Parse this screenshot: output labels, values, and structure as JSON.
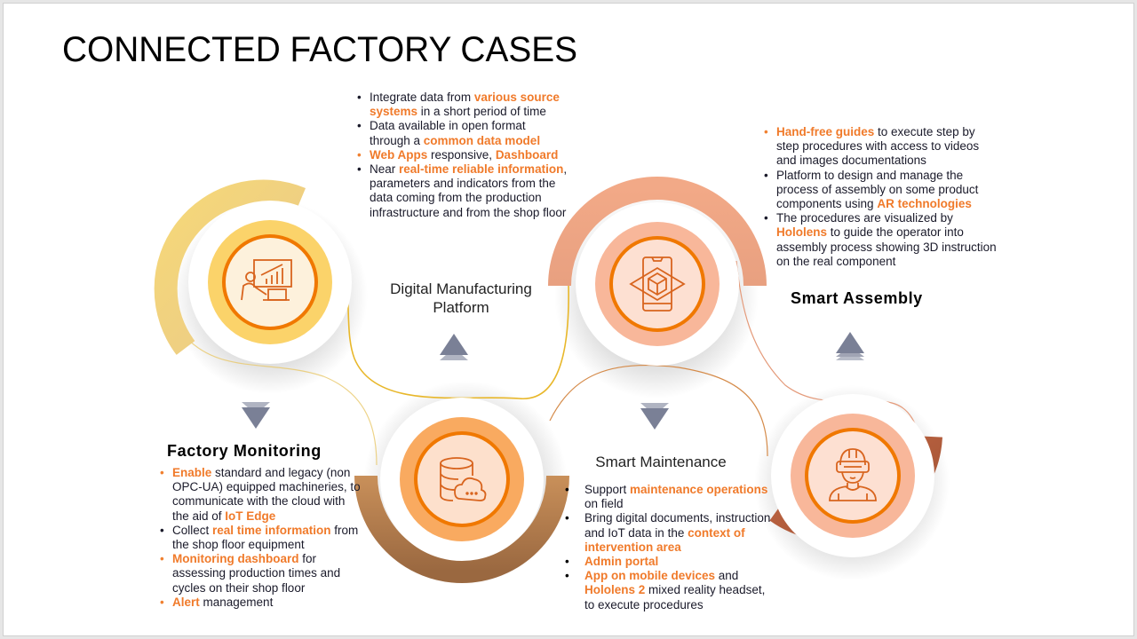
{
  "slide": {
    "title": "CONNECTED FACTORY CASES"
  },
  "colors": {
    "accent_orange": "#f07a2a",
    "ring_orange": "#f07800",
    "gold": "#f5c842",
    "peach": "#f7a884",
    "brown": "#b8773f",
    "arrow_gray": "#7a8096"
  },
  "cases": {
    "factory_monitoring": {
      "heading": "Factory Monitoring",
      "icon": "presentation-chart-icon",
      "arrow": "down",
      "bullets": [
        [
          {
            "t": "Enable",
            "hl": true
          },
          {
            "t": " standard and legacy (non OPC-UA) equipped machineries, to communicate with the cloud with the aid of "
          },
          {
            "t": "IoT Edge",
            "hl": true
          }
        ],
        [
          {
            "t": "Collect "
          },
          {
            "t": "real time information",
            "hl": true
          },
          {
            "t": " from the shop floor equipment"
          }
        ],
        [
          {
            "t": "Monitoring dashboard",
            "hl": true
          },
          {
            "t": " for assessing production times and cycles on their shop floor"
          }
        ],
        [
          {
            "t": "Alert",
            "hl": true
          },
          {
            "t": " management"
          }
        ]
      ]
    },
    "digital_manufacturing_platform": {
      "heading_line1": "Digital Manufacturing",
      "heading_line2": "Platform",
      "icon": "database-cloud-icon",
      "arrow": "up",
      "bullets": [
        [
          {
            "t": "Integrate data from "
          },
          {
            "t": "various source systems",
            "hl": true
          },
          {
            "t": " in a short period of time"
          }
        ],
        [
          {
            "t": "Data available in open format through a "
          },
          {
            "t": "common data model",
            "hl": true
          }
        ],
        [
          {
            "t": "Web Apps",
            "hl": true
          },
          {
            "t": " responsive, "
          },
          {
            "t": "Dashboard",
            "hl": true
          }
        ],
        [
          {
            "t": "Near "
          },
          {
            "t": "real-time reliable information",
            "hl": true
          },
          {
            "t": ", parameters and indicators from the data coming from the production infrastructure and from the shop floor"
          }
        ]
      ]
    },
    "smart_maintenance": {
      "heading": "Smart Maintenance",
      "icon": "ar-phone-cube-icon",
      "arrow": "down",
      "bullets": [
        [
          {
            "t": "Support "
          },
          {
            "t": "maintenance operations",
            "hl": true
          },
          {
            "t": " on field"
          }
        ],
        [
          {
            "t": "Bring digital documents, instruction and IoT data in the "
          },
          {
            "t": "context of intervention area",
            "hl": true
          }
        ],
        [
          {
            "t": "Admin portal",
            "hl": true
          }
        ],
        [
          {
            "t": "App on mobile devices",
            "hl": true
          },
          {
            "t": " and "
          },
          {
            "t": "Hololens 2",
            "hl": true
          },
          {
            "t": " mixed reality headset, to execute procedures"
          }
        ]
      ]
    },
    "smart_assembly": {
      "heading": "Smart Assembly",
      "icon": "vr-headset-person-icon",
      "arrow": "up",
      "bullets": [
        [
          {
            "t": "Hand-free guides",
            "hl": true
          },
          {
            "t": " to execute step by step procedures with access to videos and images documentations"
          }
        ],
        [
          {
            "t": "Platform to design and manage the process of assembly on some product components using "
          },
          {
            "t": "AR technologies",
            "hl": true
          }
        ],
        [
          {
            "t": "The procedures are visualized by "
          },
          {
            "t": "Hololens",
            "hl": true
          },
          {
            "t": " to guide the operator into assembly process showing 3D instruction on the real component"
          }
        ]
      ]
    }
  }
}
